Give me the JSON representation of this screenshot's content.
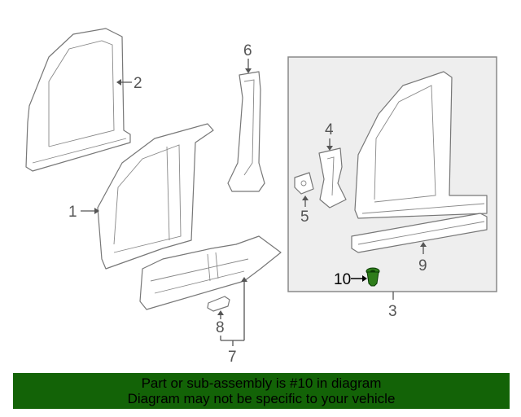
{
  "callouts": {
    "c1": "1",
    "c2": "2",
    "c3": "3",
    "c4": "4",
    "c5": "5",
    "c6": "6",
    "c7": "7",
    "c8": "8",
    "c9": "9",
    "c10": "10"
  },
  "highlight_color": "#2e7d1a",
  "banner": {
    "line1": "Part or sub-assembly is #10 in diagram",
    "line2": "Diagram may not be specific to your vehicle",
    "color": "#136307"
  }
}
